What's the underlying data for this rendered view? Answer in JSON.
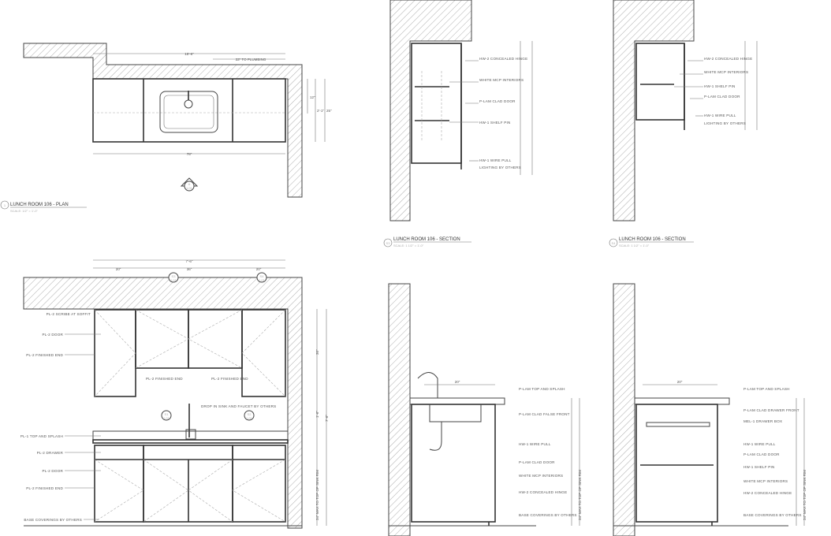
{
  "plan": {
    "title": "LUNCH ROOM 106 - PLAN",
    "scale": "SCALE: 1/2\" = 1'-0\"",
    "number": "1",
    "dims": {
      "overall_top": "15'-6\"",
      "to_plumbing": "33\" TO PLUMBING",
      "width": "78\"",
      "depth_a": "12\"",
      "depth_b": "2'-1\"",
      "depth_c": "25\""
    },
    "elev_tag": {
      "id": "A",
      "sheet": "1.01"
    }
  },
  "section_s3": {
    "title": "LUNCH ROOM 106 - SECTION",
    "scale": "SCALE: 1 1/2\" = 1'-0\"",
    "number": "S3",
    "labels": [
      "HW-2 CONCEALED HINGE",
      "WHITE MCP INTERIORS",
      "P-LAM CLAD DOOR",
      "HW-1 SHELF PIN",
      "HW-1 WIRE PULL",
      "LIGHTING BY OTHERS"
    ]
  },
  "section_s4": {
    "title": "LUNCH ROOM 106 - SECTION",
    "scale": "SCALE: 1 1/2\" = 1'-0\"",
    "number": "S4",
    "labels": [
      "HW-2 CONCEALED HINGE",
      "WHITE MCP INTERIORS",
      "HW-1 SHELF PIN",
      "P-LAM CLAD DOOR",
      "HW-1 WIRE PULL",
      "LIGHTING BY OTHERS"
    ]
  },
  "elevation": {
    "labels_left": [
      "PL-2 SCRIBE AT SOFFIT",
      "PL-2 DOOR",
      "PL-2 FINISHED END",
      "PL-1 TOP AND SPLASH",
      "PL-2 DRAWER",
      "PL-2 DOOR",
      "PL-2 FINISHED END",
      "BASE COVERINGS BY OTHERS"
    ],
    "labels_mid": [
      "PL-2 FINISHED END",
      "PL-2 FINISHED END",
      "DROP IN SINK AND FAUCET BY OTHERS"
    ],
    "dims_top": [
      "20\"",
      "36\"",
      "20\"",
      "7'-6\""
    ],
    "dims_right": [
      "30\"",
      "1'-6\"",
      "34\" MAX TO TOP OF SINK RIM",
      "7'-6\""
    ],
    "tags": [
      {
        "id": "S3",
        "sheet": "1.01"
      },
      {
        "id": "S4",
        "sheet": "1.01"
      },
      {
        "id": "S1",
        "sheet": "1.01"
      },
      {
        "id": "S2",
        "sheet": "1.01"
      }
    ]
  },
  "section_s1": {
    "labels": [
      "P-LAM TOP AND SPLASH",
      "P-LAM CLAD FALSE FRONT",
      "HW-1 WIRE PULL",
      "P-LAM CLAD DOOR",
      "WHITE MCP INTERIORS",
      "HW-2 CONCEALED HINGE",
      "BASE COVERINGS BY OTHERS"
    ],
    "dims": [
      "20\"",
      "34\" MAX TO TOP OF SINK RIM"
    ]
  },
  "section_s2": {
    "labels": [
      "P-LAM TOP AND SPLASH",
      "P-LAM CLAD DRAWER FRONT",
      "MEL-1 DRAWER BOX",
      "HW-1 WIRE PULL",
      "P-LAM CLAD DOOR",
      "HW-1 SHELF PIN",
      "WHITE MCP INTERIORS",
      "HW-2 CONCEALED HINGE",
      "BASE COVERINGS BY OTHERS"
    ],
    "dims": [
      "20\"",
      "34\" MAX TO TOP OF SINK RIM"
    ]
  }
}
